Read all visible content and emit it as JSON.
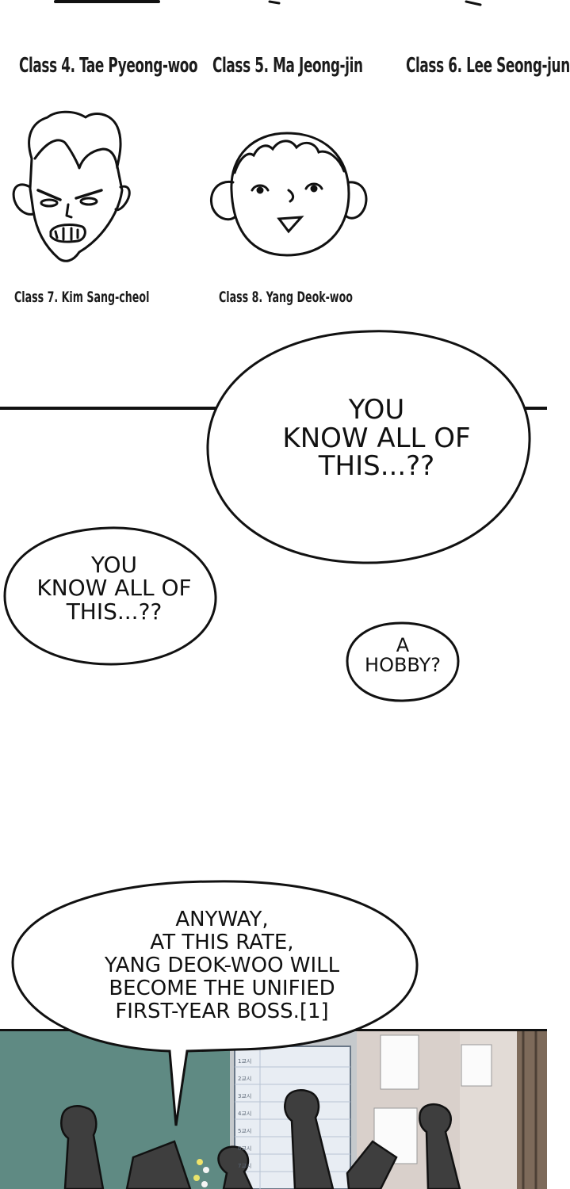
{
  "captions": {
    "class4": "Class 4. Tae Pyeong-woo",
    "class5": "Class 5. Ma Jeong-jin",
    "class6": "Class 6. Lee Seong-jun",
    "class7": "Class 7. Kim Sang-cheol",
    "class8": "Class 8. Yang Deok-woo"
  },
  "bubbles": {
    "large_top": [
      "YOU",
      "KNOW ALL OF",
      "THIS...??"
    ],
    "left_mid": [
      "YOU",
      "KNOW ALL OF",
      "THIS...??"
    ],
    "small_right": [
      "A",
      "HOBBY?"
    ],
    "bottom": [
      "ANYWAY,",
      "AT THIS RATE,",
      "YANG DEOK-WOO WILL",
      "BECOME THE UNIFIED",
      "FIRST-YEAR BOSS.[1]"
    ]
  },
  "board": {
    "rows": [
      "1교시",
      "2교시",
      "3교시",
      "4교시",
      "5교시",
      "6교시",
      "7교시"
    ]
  }
}
